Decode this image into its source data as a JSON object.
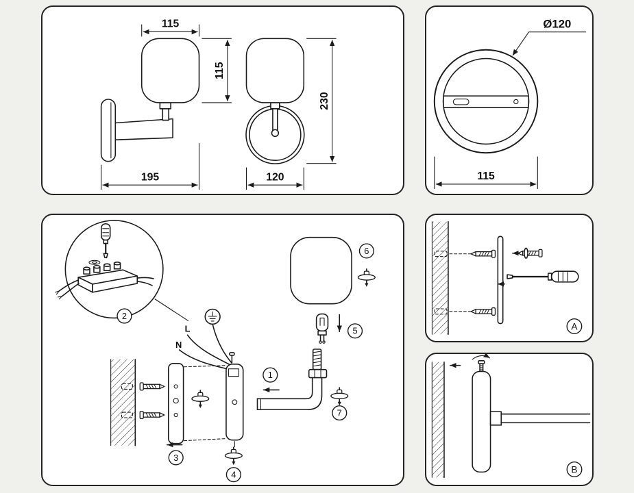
{
  "colors": {
    "background": "#f0f0ec",
    "panel_background": "#ffffff",
    "line_ink": "#1b1b1b"
  },
  "dimension_panel": {
    "front_view": {
      "shade_width": "115",
      "shade_height": "115",
      "overall_depth": "195"
    },
    "side_view": {
      "width": "120",
      "height": "230"
    }
  },
  "plate_panel": {
    "diameter": "Ø120",
    "width": "115"
  },
  "assembly_panel": {
    "steps": [
      "1",
      "2",
      "3",
      "4",
      "5",
      "6",
      "7"
    ],
    "wire_live": "L",
    "wire_neutral": "N"
  },
  "detail_a": {
    "label": "A"
  },
  "detail_b": {
    "label": "B"
  }
}
